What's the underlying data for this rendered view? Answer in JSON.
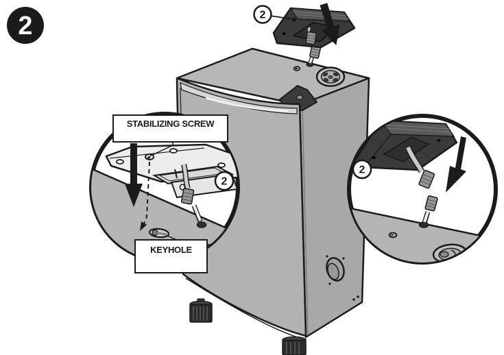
{
  "step": {
    "number": "2"
  },
  "callouts": {
    "part_badge": "2",
    "left_detail_badge": "2",
    "right_detail_badge": "2"
  },
  "labels": {
    "stabilizing_screw": "STABILIZING SCREW",
    "keyhole": "KEYHOLE"
  },
  "colors": {
    "ink": "#1b1b1b",
    "cabinet_top": "#b7b7b7",
    "door": "#b2b2b2",
    "door_highlight": "#d9d9d9",
    "side_panel": "#a8a8a8",
    "detail_surface": "#b4b4b4",
    "part_dark": "#3a3a3a",
    "part_light": "#575757",
    "connector_gray": "#949494",
    "foot_black": "#2b2b2b",
    "white": "#ffffff"
  }
}
